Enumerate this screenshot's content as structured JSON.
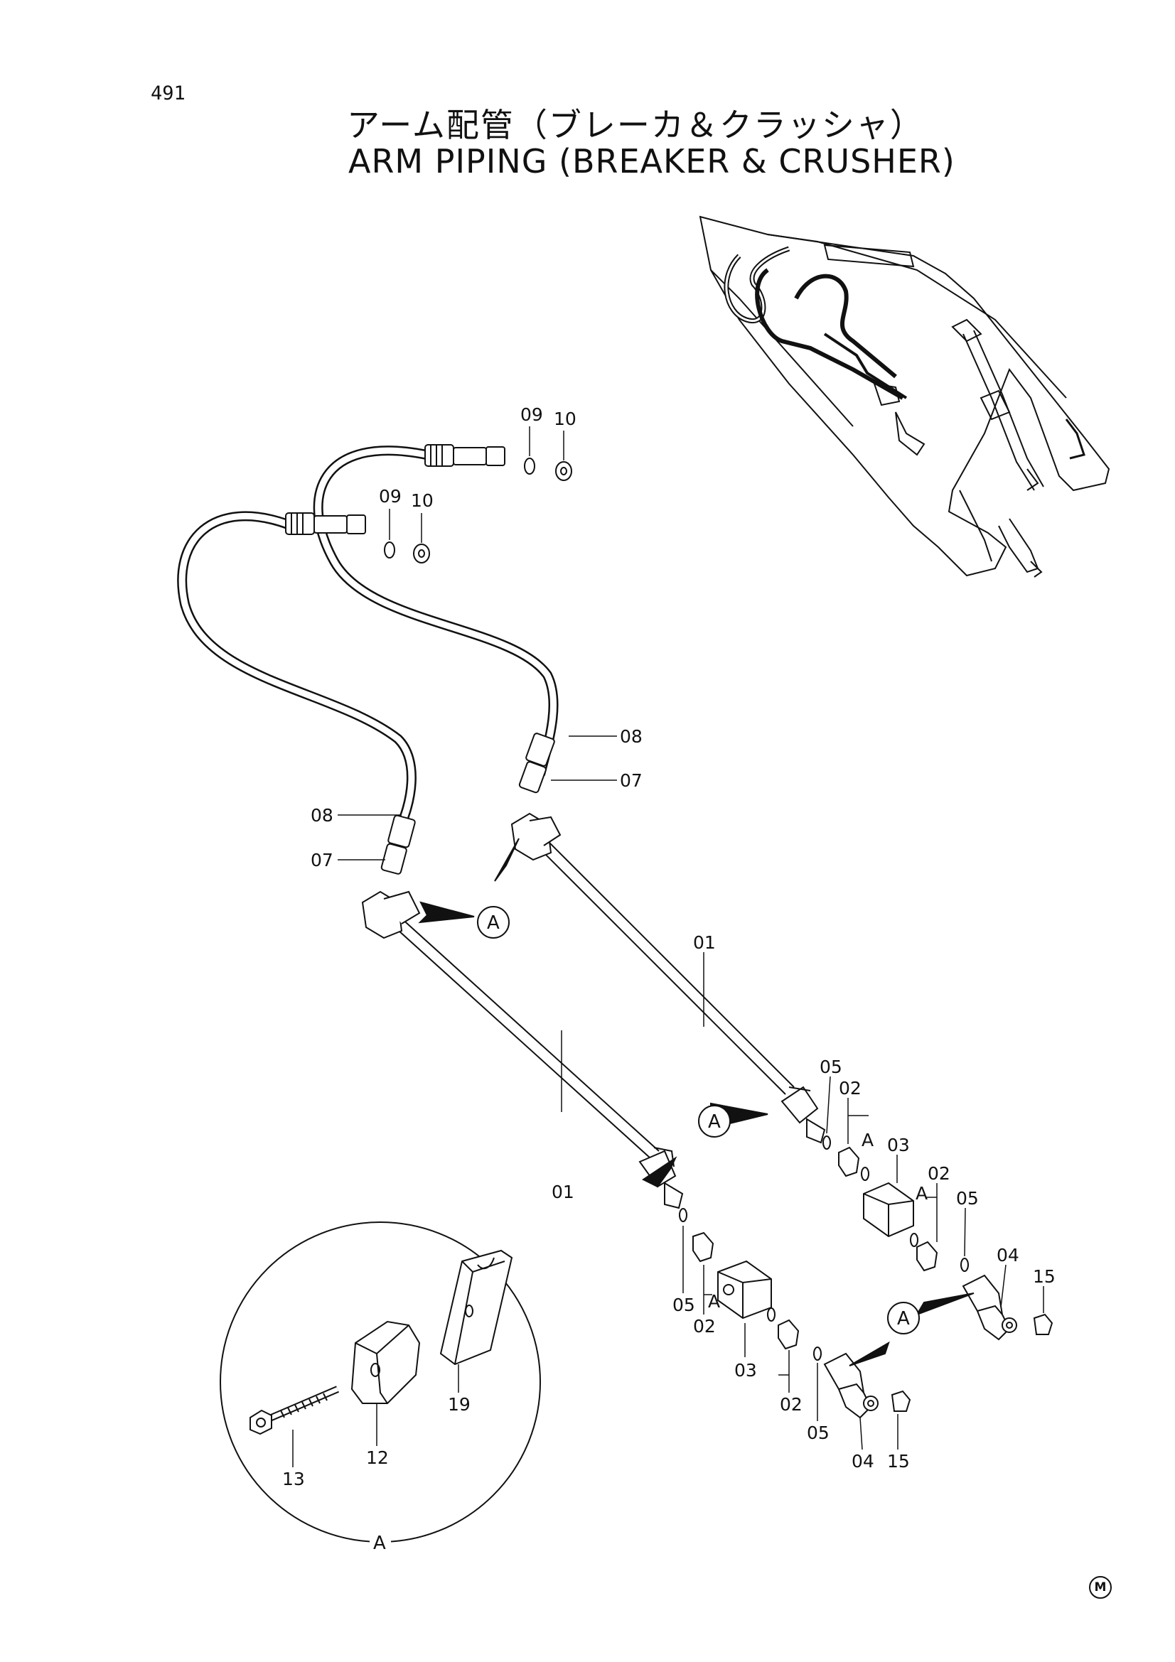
{
  "page_number": "491",
  "title_jp": "アーム配管（ブレーカ＆クラッシャ）",
  "title_en": "ARM PIPING (BREAKER & CRUSHER)",
  "labels": {
    "p09a": "09",
    "p10a": "10",
    "p09b": "09",
    "p10b": "10",
    "p08a": "08",
    "p07a": "07",
    "p08b": "08",
    "p07b": "07",
    "p01a": "01",
    "p01b": "01",
    "p05a": "05",
    "p02a": "02",
    "p03a": "03",
    "p02b": "02",
    "p05b": "05",
    "p04a": "04",
    "p15a": "15",
    "p05c": "05",
    "p02c": "02",
    "p03b": "03",
    "p02d": "02",
    "p05d": "05",
    "p04b": "04",
    "p15b": "15",
    "p13": "13",
    "p12": "12",
    "p19": "19"
  },
  "callouts": {
    "a1": "A",
    "a2": "A",
    "a3": "A",
    "small1": "A",
    "small2": "A",
    "small3": "A",
    "detail": "A"
  },
  "mark": "M"
}
